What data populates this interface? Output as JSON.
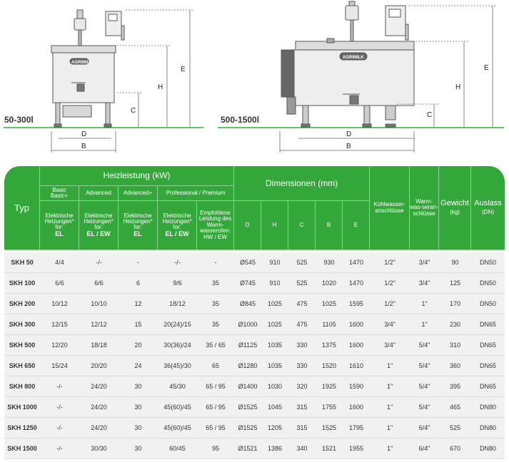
{
  "drawings": {
    "left_model_label": "50-300l",
    "right_model_label": "500-1500l",
    "dimension_letters": [
      "D",
      "B",
      "C",
      "H",
      "E"
    ],
    "logo_text": "AGRIMILK",
    "line_color": "#34a73b"
  },
  "table": {
    "typ_header": "Typ",
    "heat_header": "Heizleistung (kW)",
    "dim_header": "Dimensionen (mm)",
    "cooling_header": "Kühlwasser-anschlüsse",
    "warm_header": "Warm-was-seran-schlüsse",
    "weight_header": "Gewicht",
    "weight_unit": "(kg)",
    "outlet_header": "Auslass",
    "outlet_unit": "(DN)",
    "sub_basic_1": "Basic",
    "sub_basic_2": "Basic+",
    "sub_advanced": "Advanced",
    "sub_advanced_plus": "Advanced+",
    "sub_professional": "Professional / Premium",
    "heater_text": "Elektrische Heizungen* for:",
    "heater_el": "EL",
    "heater_elew": "EL / EW",
    "recommended": "Empfohlene Leistung des Warm-wasserofen: HW / EW",
    "dim_cols": [
      "D",
      "H",
      "C",
      "B",
      "E"
    ],
    "rows": [
      [
        "SKH 50",
        "4/4",
        "-/-",
        "-",
        "-/-",
        "-",
        "Ø545",
        "910",
        "525",
        "930",
        "1470",
        "1/2\"",
        "3/4\"",
        "90",
        "DN50"
      ],
      [
        "SKH 100",
        "6/6",
        "6/6",
        "6",
        "9/6",
        "35",
        "Ø745",
        "910",
        "525",
        "1020",
        "1470",
        "1/2\"",
        "3/4\"",
        "125",
        "DN50"
      ],
      [
        "SKH 200",
        "10/12",
        "10/10",
        "12",
        "18/12",
        "35",
        "Ø845",
        "1025",
        "475",
        "1025",
        "1595",
        "1/2\"",
        "1\"",
        "170",
        "DN50"
      ],
      [
        "SKH 300",
        "12/15",
        "12/12",
        "15",
        "20(24)/15",
        "35",
        "Ø1000",
        "1025",
        "475",
        "1105",
        "1600",
        "3/4\"",
        "1\"",
        "230",
        "DN65"
      ],
      [
        "SKH 500",
        "12/20",
        "18/18",
        "20",
        "30(36)/24",
        "35 / 65",
        "Ø1125",
        "1035",
        "330",
        "1375",
        "1600",
        "3/4\"",
        "5/4\"",
        "310",
        "DN65"
      ],
      [
        "SKH 650",
        "15/24",
        "20/20",
        "24",
        "36(45)/30",
        "65",
        "Ø1280",
        "1035",
        "330",
        "1520",
        "1610",
        "1\"",
        "5/4\"",
        "360",
        "DN65"
      ],
      [
        "SKH 800",
        "-/-",
        "24/20",
        "30",
        "45/30",
        "65 / 95",
        "Ø1400",
        "1030",
        "320",
        "1925",
        "1590",
        "1\"",
        "5/4\"",
        "395",
        "DN65"
      ],
      [
        "SKH 1000",
        "-/-",
        "24/20",
        "30",
        "45(60)/45",
        "65 / 95",
        "Ø1525",
        "1045",
        "315",
        "1755",
        "1600",
        "1\"",
        "5/4\"",
        "465",
        "DN80"
      ],
      [
        "SKH 1250",
        "-/-",
        "24/20",
        "30",
        "45(60)/45",
        "65 / 95",
        "Ø1525",
        "1205",
        "315",
        "1525",
        "1795",
        "1\"",
        "6/4\"",
        "525",
        "DN80"
      ],
      [
        "SKH 1500",
        "-/-",
        "30/30",
        "30",
        "60/45",
        "95",
        "Ø1521",
        "1386",
        "340",
        "1521",
        "1955",
        "1\"",
        "6/4\"",
        "670",
        "DN80"
      ]
    ]
  }
}
